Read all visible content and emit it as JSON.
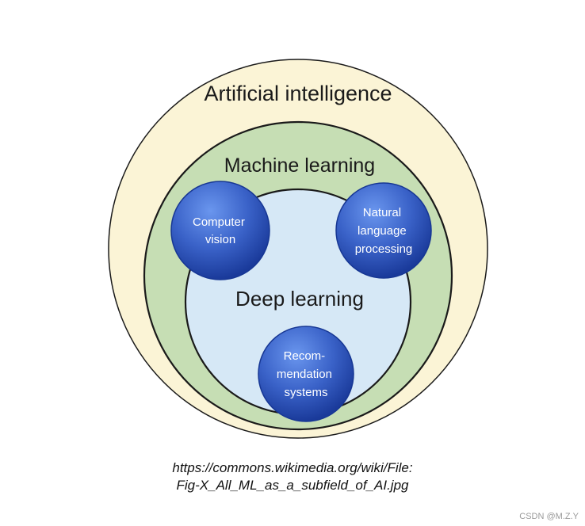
{
  "diagram": {
    "outer_label": "Artificial intelligence",
    "middle_label": "Machine learning",
    "inner_label": "Deep learning",
    "bubbles": [
      {
        "lines": [
          "Computer",
          "vision"
        ]
      },
      {
        "lines": [
          "Natural",
          "language",
          "processing"
        ]
      },
      {
        "lines": [
          "Recom-",
          "mendation",
          "systems"
        ]
      }
    ],
    "colors": {
      "outer_fill": "#fbf4d6",
      "middle_fill": "#c6deb4",
      "inner_fill": "#d6e8f6",
      "stroke": "#1a1a1a",
      "bubble_light": "#5a86e4",
      "bubble_dark": "#1f43a8"
    }
  },
  "caption": {
    "line1": "https://commons.wikimedia.org/wiki/File:",
    "line2": "Fig-X_All_ML_as_a_subfield_of_AI.jpg"
  },
  "watermark": "CSDN @M.Z.Y"
}
